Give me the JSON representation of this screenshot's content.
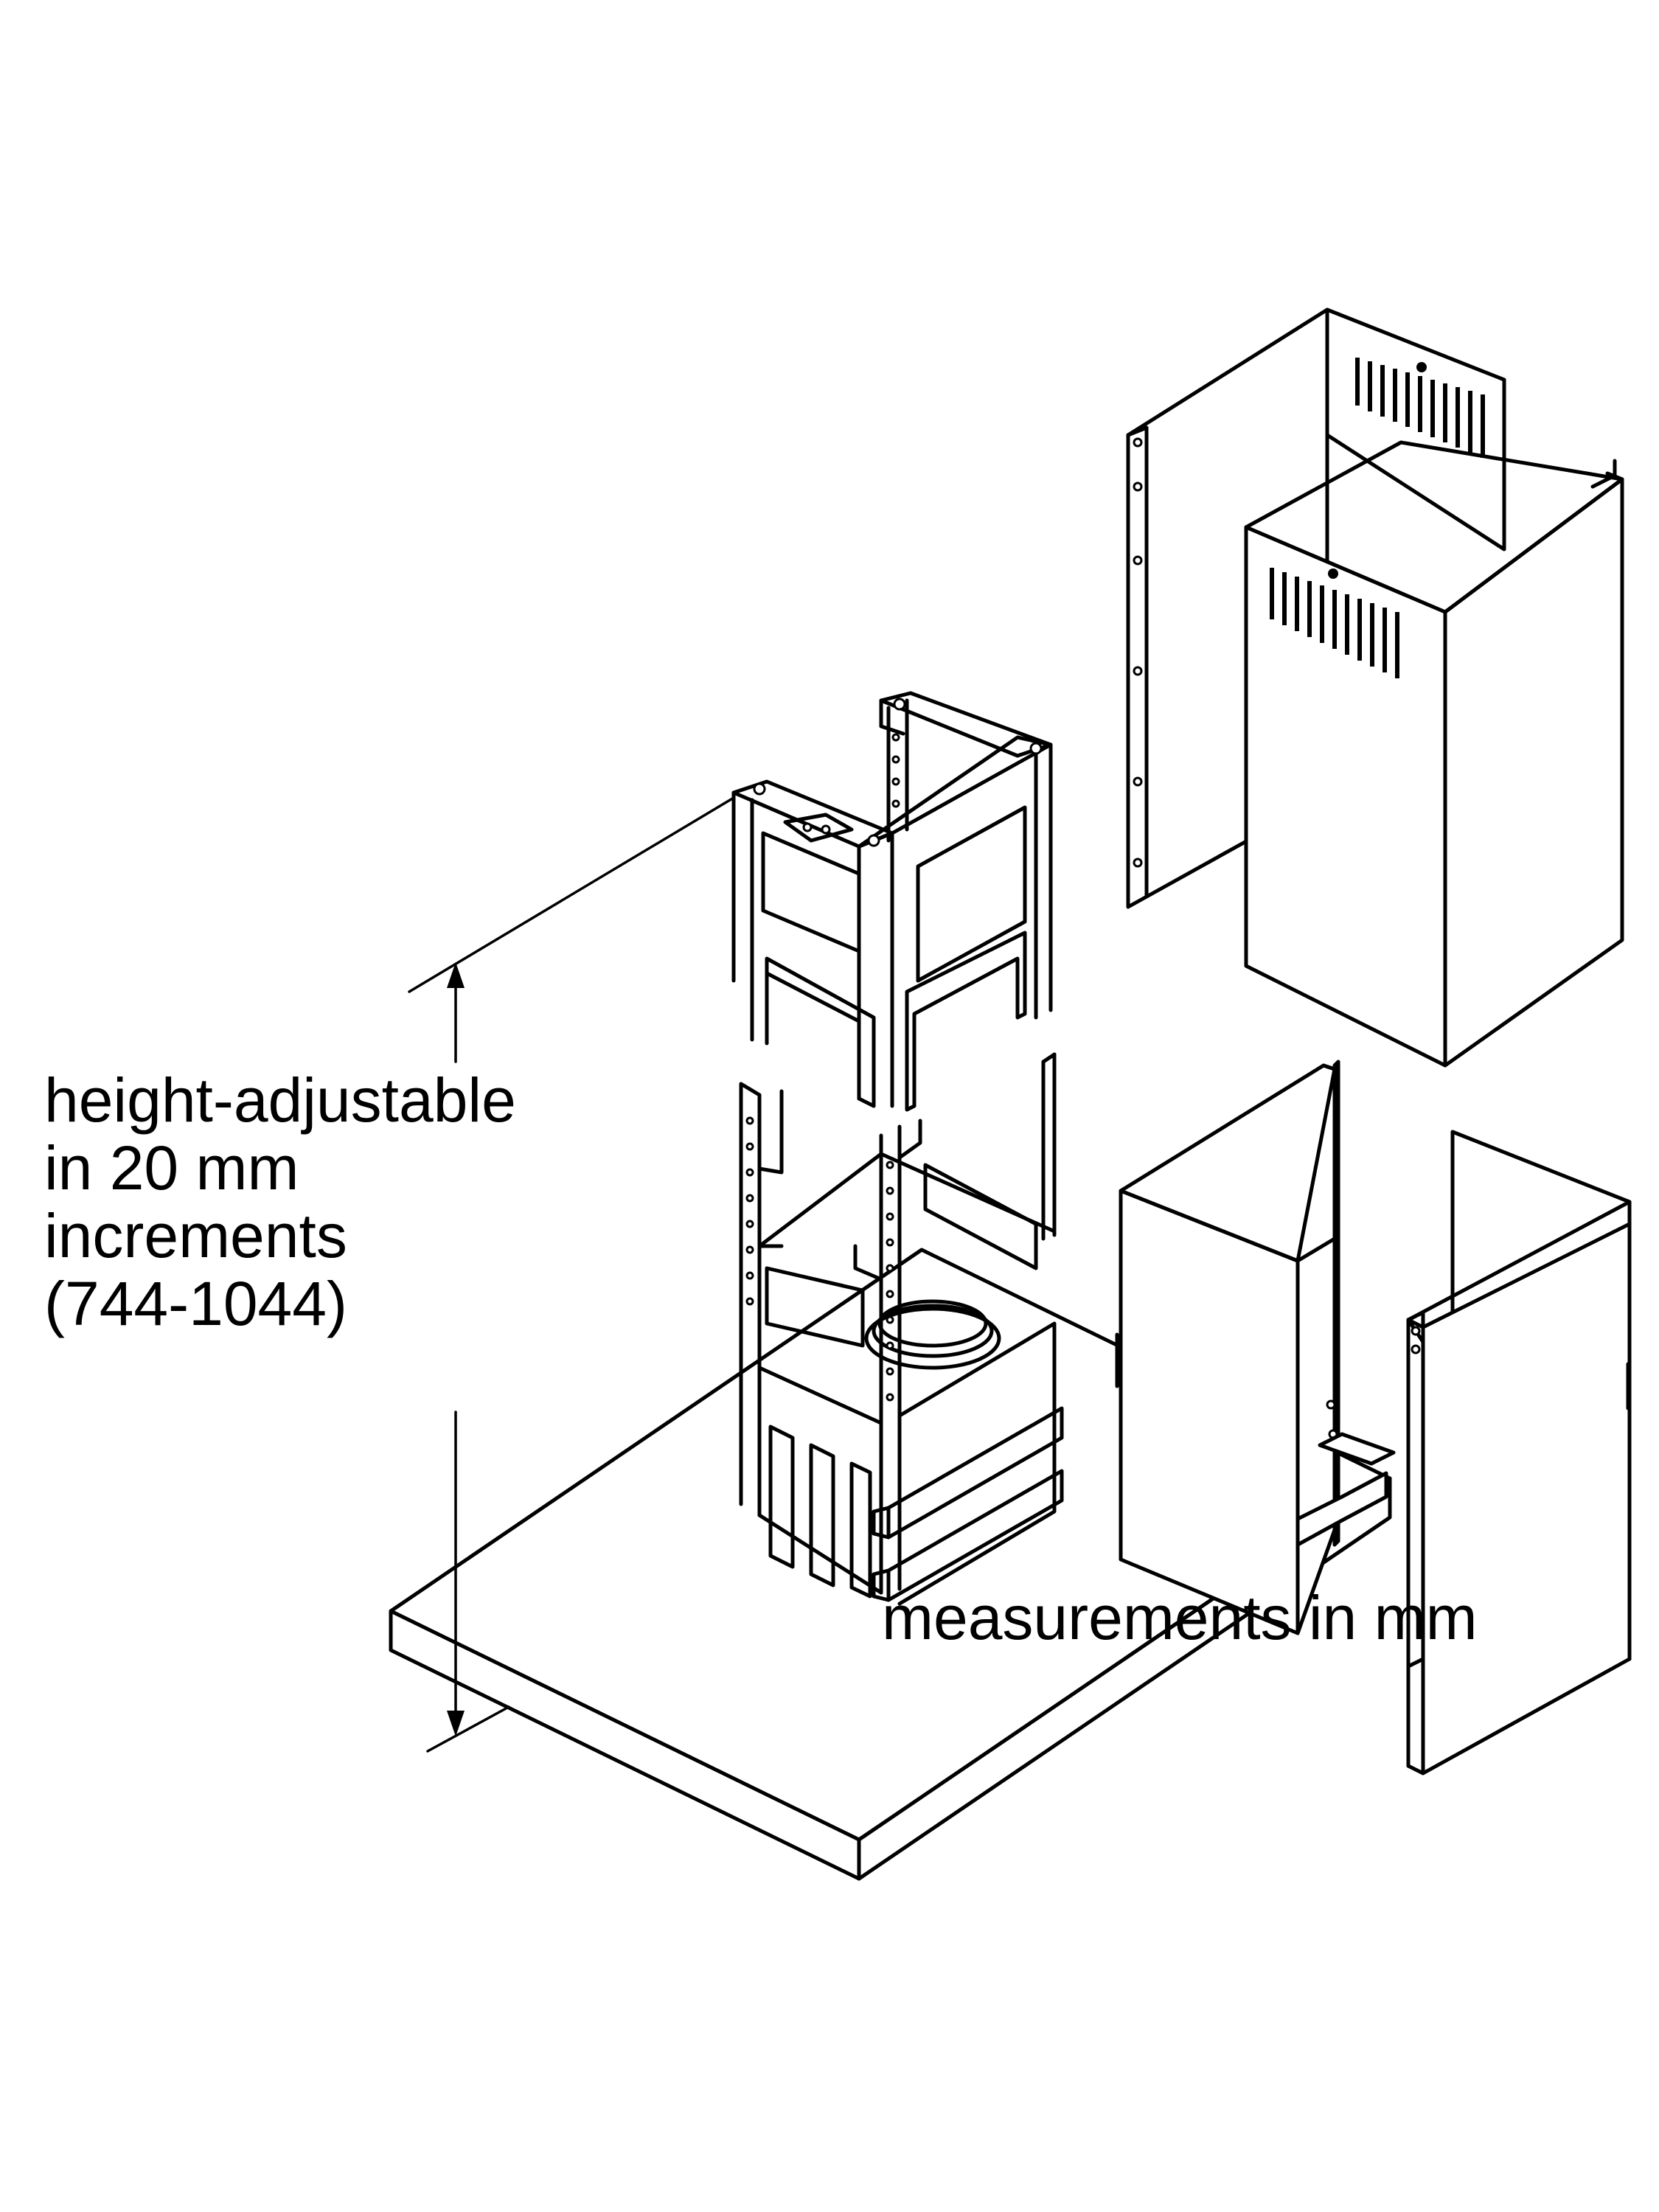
{
  "annotations": {
    "height_label_lines": [
      "height-adjustable",
      "in 20 mm",
      "increments",
      "(744-1044)"
    ],
    "measurements_note": "measurements in mm"
  }
}
